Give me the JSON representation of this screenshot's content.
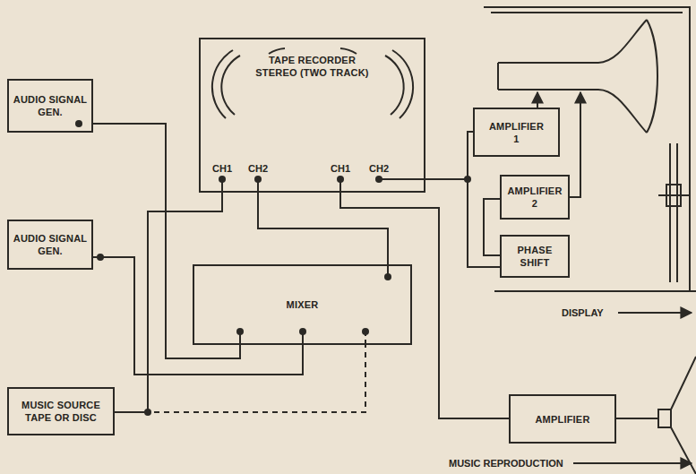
{
  "diagram": {
    "nodes": [
      {
        "text": [
          "AUDIO SIGNAL GEN."
        ]
      },
      {
        "text": [
          "AUDIO SIGNAL GEN."
        ]
      },
      {
        "text": [
          "TAPE RECORDER STEREO (TWO TRACK)"
        ]
      },
      {
        "text": [
          "MIXER"
        ]
      },
      {
        "text": [
          "MUSIC SOURCE TAPE OR DISC"
        ]
      },
      {
        "text": [
          "AMPLIFIER 1"
        ]
      },
      {
        "text": [
          "AMPLIFIER 2"
        ]
      },
      {
        "text": [
          "PHASE SHIFT"
        ]
      },
      {
        "text": [
          "AMPLIFIER"
        ]
      }
    ],
    "edges": [
      {
        "from": 0,
        "to": 3,
        "arrow": "none"
      },
      {
        "from": 1,
        "to": 3,
        "arrow": "none"
      },
      {
        "from": 4,
        "to": 2,
        "arrow": "none"
      },
      {
        "from": 4,
        "to": 3,
        "arrow": "none"
      },
      {
        "from": 3,
        "to": 2,
        "arrow": "none"
      },
      {
        "from": 2,
        "to": 8,
        "arrow": "none"
      },
      {
        "from": 2,
        "to": 5,
        "arrow": "none"
      },
      {
        "from": 2,
        "to": 7,
        "arrow": "none"
      },
      {
        "from": 7,
        "to": 6,
        "arrow": "none"
      }
    ],
    "labels": [
      "CH1",
      "CH2",
      "CH1",
      "CH2",
      "DISPLAY",
      "MUSIC REPRODUCTION"
    ]
  }
}
